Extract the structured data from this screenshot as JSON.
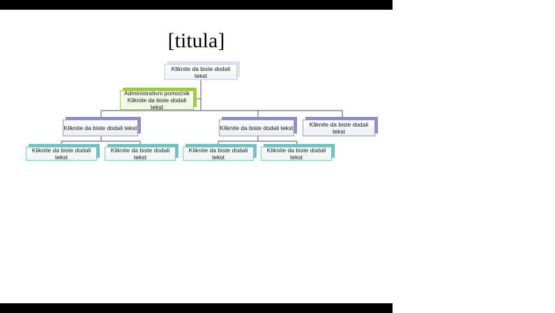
{
  "slide": {
    "title": "[titula]"
  },
  "org_chart": {
    "root": "Kliknite da biste dodali tekst",
    "assistant": {
      "line1": "Administrativni pomoćnik",
      "line2": "Kliknite da biste dodali tekst"
    },
    "managers": [
      "Kliknite da biste dodali tekst",
      "Kliknite da biste dodali tekst",
      "Kliknite da biste dodali tekst"
    ],
    "staff": [
      "Kliknite da biste dodali tekst",
      "Kliknite da biste dodali tekst",
      "Kliknite da biste dodali tekst",
      "Kliknite da biste dodali tekst"
    ]
  },
  "colors": {
    "frame_bars": "#000000",
    "assistant_accent": "#9ccb46",
    "manager_accent": "#8c8fc4",
    "staff_accent": "#6fc1c2",
    "connector": "#6e6e6e"
  }
}
